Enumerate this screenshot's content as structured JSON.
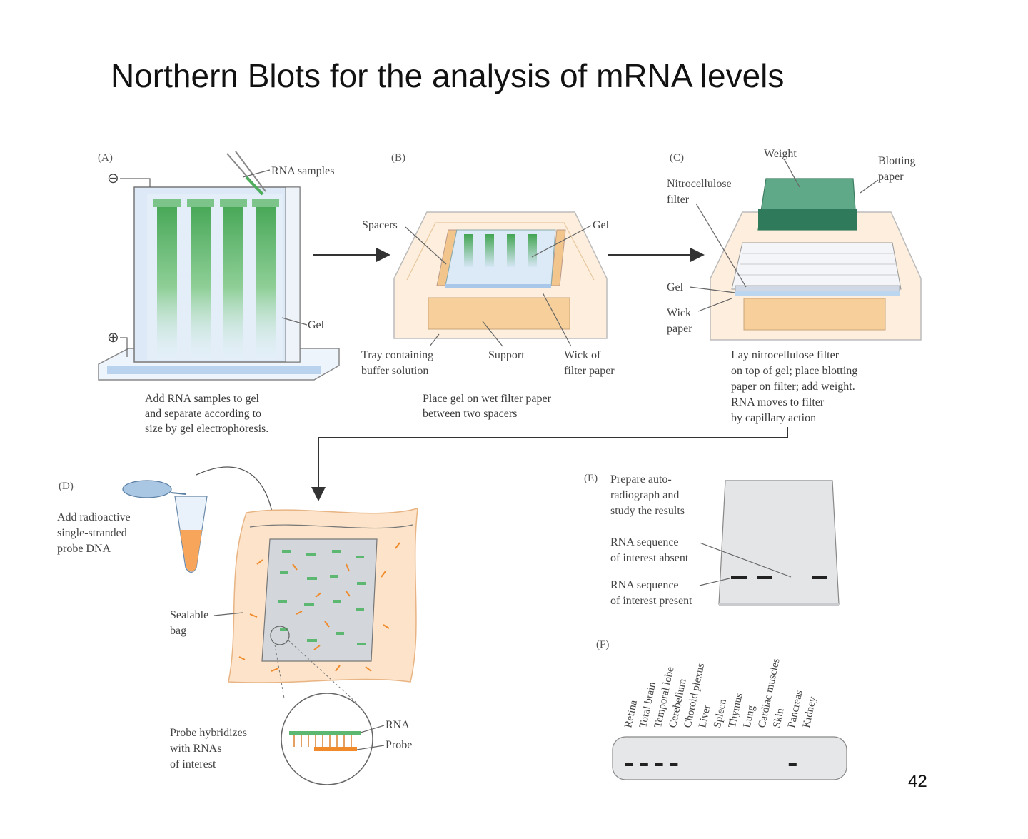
{
  "title": "Northern Blots for the analysis of mRNA levels",
  "page_number": "42",
  "colors": {
    "gel_green": "#4fae5e",
    "tray_peach": "#fbe6cf",
    "support_orange": "#f6cf9a",
    "weight_green": "#5fa888",
    "gel_blue": "#d6e6f5",
    "probe_orange": "#f08a2a"
  },
  "panel_a": {
    "label": "(A)",
    "rna_samples": "RNA samples",
    "gel": "Gel",
    "minus": "⊖",
    "plus": "⊕",
    "caption": [
      "Add RNA samples to gel",
      "and separate according to",
      "size by gel electrophoresis."
    ]
  },
  "panel_b": {
    "label": "(B)",
    "spacers": "Spacers",
    "gel": "Gel",
    "tray": [
      "Tray containing",
      "buffer solution"
    ],
    "support": "Support",
    "wick": [
      "Wick of",
      "filter paper"
    ],
    "caption": [
      "Place gel on wet filter paper",
      "between two spacers"
    ]
  },
  "panel_c": {
    "label": "(C)",
    "weight": "Weight",
    "blotting": [
      "Blotting",
      "paper"
    ],
    "nitro": [
      "Nitrocellulose",
      "filter"
    ],
    "gel": "Gel",
    "wick": [
      "Wick",
      "paper"
    ],
    "caption": [
      "Lay nitrocellulose filter",
      "on top of gel; place blotting",
      "paper on filter; add weight.",
      "RNA moves to filter",
      "by capillary action"
    ]
  },
  "panel_d": {
    "label": "(D)",
    "add_probe": [
      "Add radioactive",
      "single-stranded",
      "probe DNA"
    ],
    "bag": [
      "Sealable",
      "bag"
    ],
    "hybridize": [
      "Probe hybridizes",
      "with RNAs",
      "of interest"
    ],
    "rna": "RNA",
    "probe": "Probe"
  },
  "panel_e": {
    "label": "(E)",
    "prepare": [
      "Prepare auto-",
      "radiograph and",
      "study the results"
    ],
    "absent": [
      "RNA sequence",
      "of interest absent"
    ],
    "present": [
      "RNA sequence",
      "of interest present"
    ]
  },
  "panel_f": {
    "label": "(F)",
    "tissues": [
      "Retina",
      "Total brain",
      "Temporal lobe",
      "Cerebellum",
      "Choroid plexus",
      "Liver",
      "Spleen",
      "Thymus",
      "Lung",
      "Cardiac muscles",
      "Skin",
      "Pancreas",
      "Kidney"
    ]
  }
}
